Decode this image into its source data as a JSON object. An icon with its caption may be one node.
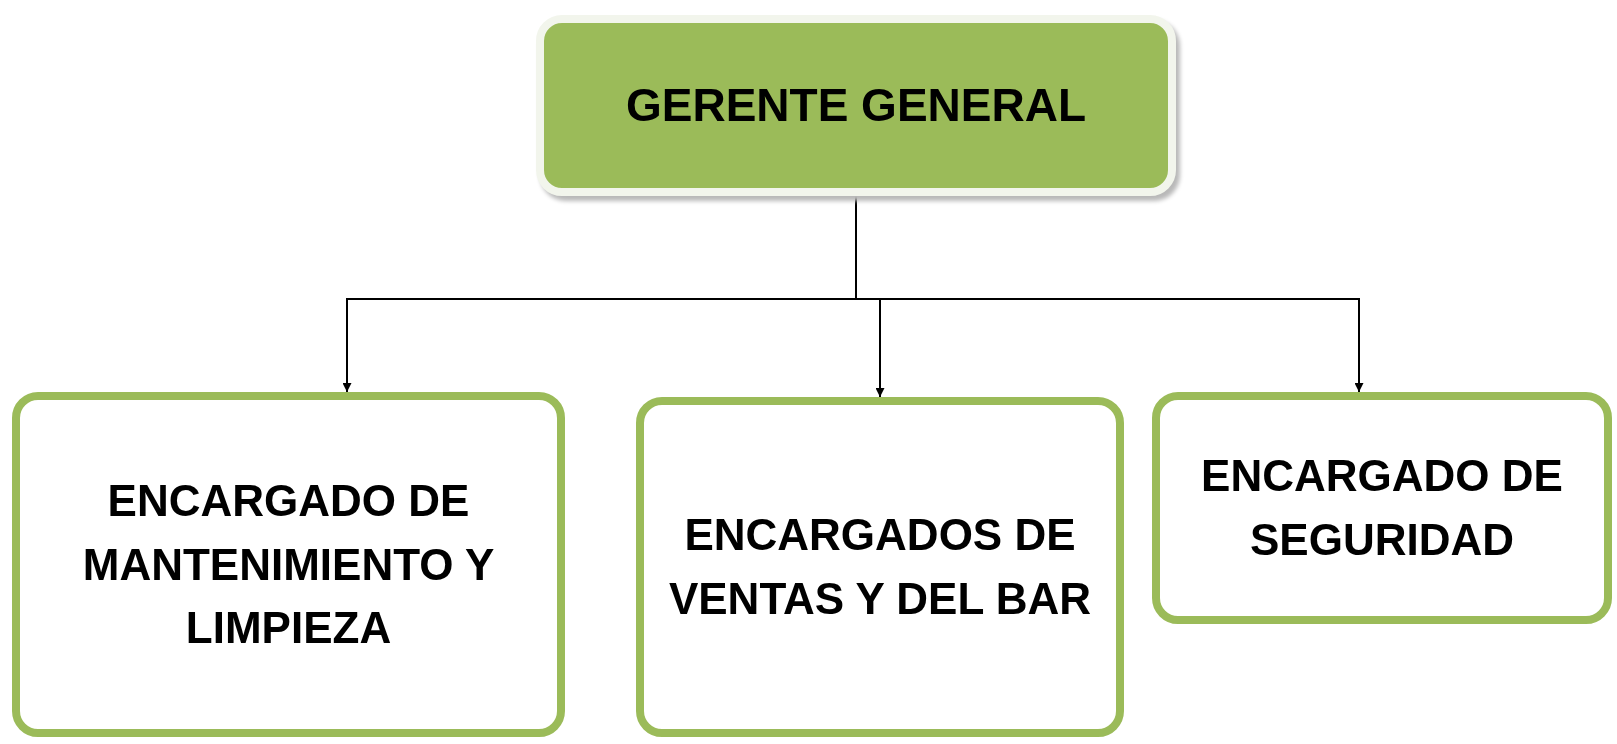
{
  "diagram": {
    "nodes": [
      {
        "text": [
          "GERENTE GENERAL"
        ]
      },
      {
        "text": [
          "ENCARGADO DE MANTENIMIENTO Y LIMPIEZA"
        ]
      },
      {
        "text": [
          "ENCARGADOS DE VENTAS Y DEL BAR"
        ]
      },
      {
        "text": [
          "ENCARGADO DE SEGURIDAD"
        ]
      }
    ],
    "edges": [
      {
        "from": 0,
        "to": 1,
        "arrow": "to"
      },
      {
        "from": 0,
        "to": 2,
        "arrow": "to"
      },
      {
        "from": 0,
        "to": 3,
        "arrow": "to"
      }
    ]
  }
}
